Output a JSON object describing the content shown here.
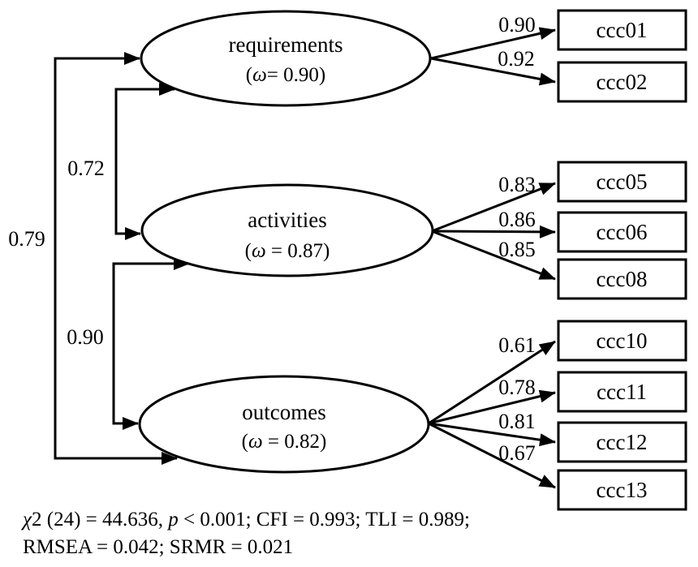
{
  "figure": {
    "type": "sem-path-diagram",
    "latents": [
      {
        "name": "requirements",
        "omega_open": "(",
        "omega_symbol": "ω",
        "omega_rest": "= 0.90)"
      },
      {
        "name": "activities",
        "omega_open": "(",
        "omega_symbol": "ω",
        "omega_rest": " = 0.87)"
      },
      {
        "name": "outcomes",
        "omega_open": "(",
        "omega_symbol": "ω",
        "omega_rest": " = 0.82)"
      }
    ],
    "indicators": [
      {
        "label": "ccc01",
        "loading": "0.90",
        "latent": "requirements"
      },
      {
        "label": "ccc02",
        "loading": "0.92",
        "latent": "requirements"
      },
      {
        "label": "ccc05",
        "loading": "0.83",
        "latent": "activities"
      },
      {
        "label": "ccc06",
        "loading": "0.86",
        "latent": "activities"
      },
      {
        "label": "ccc08",
        "loading": "0.85",
        "latent": "activities"
      },
      {
        "label": "ccc10",
        "loading": "0.61",
        "latent": "outcomes"
      },
      {
        "label": "ccc11",
        "loading": "0.78",
        "latent": "outcomes"
      },
      {
        "label": "ccc12",
        "loading": "0.81",
        "latent": "outcomes"
      },
      {
        "label": "ccc13",
        "loading": "0.67",
        "latent": "outcomes"
      }
    ],
    "correlations": [
      {
        "value": "0.72",
        "between": "requirements ↔ activities"
      },
      {
        "value": "0.79",
        "between": "requirements ↔ outcomes"
      },
      {
        "value": "0.90",
        "between": "activities ↔ outcomes"
      }
    ],
    "fit": {
      "line1_chi": "χ",
      "line1_a": "2 (24) = 44.636, ",
      "line1_p": "p",
      "line1_b": " < 0.001; CFI = 0.993; TLI = 0.989;",
      "line2": "RMSEA = 0.042; SRMR = 0.021"
    },
    "colors": {
      "line": "#000000",
      "background": "#ffffff"
    }
  }
}
